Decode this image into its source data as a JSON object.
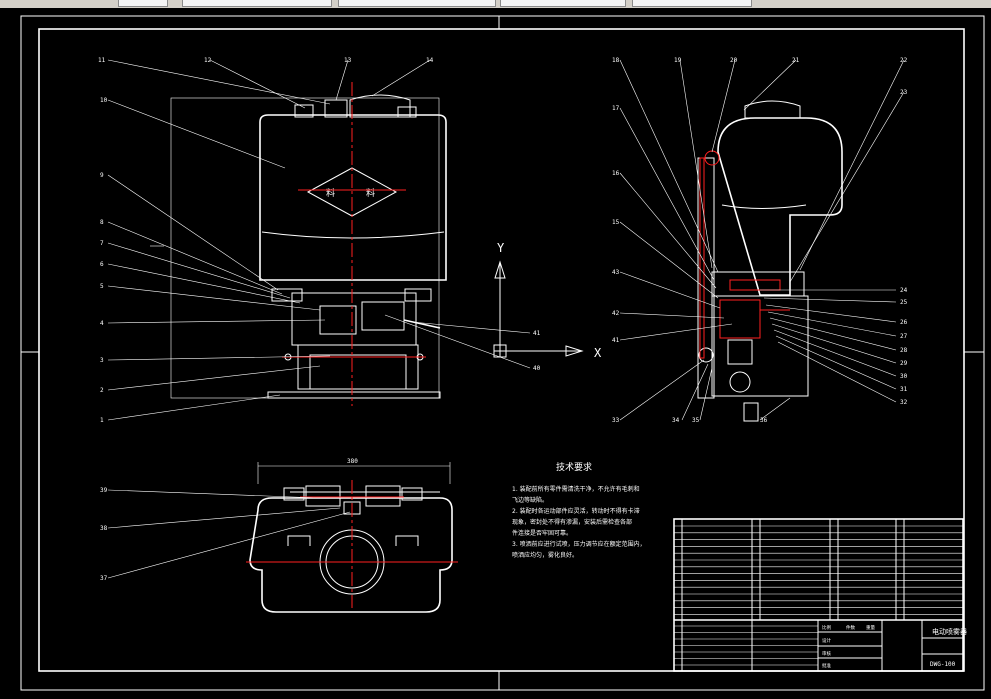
{
  "window": {
    "toolbar_color": "#d4d0c8"
  },
  "colors": {
    "background": "#000000",
    "line": "#ffffff",
    "centerline": "#ff2020"
  },
  "front_view": {
    "callouts": [
      "11",
      "12",
      "13",
      "14",
      "10",
      "9",
      "8",
      "7",
      "6",
      "5",
      "4",
      "3",
      "2",
      "1",
      "41",
      "40"
    ],
    "tank_mark": "料"
  },
  "side_view": {
    "callouts": [
      "18",
      "19",
      "20",
      "21",
      "22",
      "23",
      "17",
      "16",
      "15",
      "24",
      "25",
      "26",
      "27",
      "28",
      "29",
      "30",
      "31",
      "32",
      "33",
      "34",
      "35",
      "36",
      "43",
      "42",
      "41"
    ]
  },
  "top_view": {
    "callouts": [
      "39",
      "38",
      "37"
    ],
    "dimension": "380"
  },
  "axes": {
    "y_label": "Y",
    "x_label": "X"
  },
  "technical_notes": {
    "title": "技术要求",
    "lines": [
      "1. 装配前所有零件需清洗干净，不允许有毛刺和",
      "   飞边等缺陷。",
      "2. 装配时各运动部件应灵活，转动时不得有卡滞",
      "   现象，密封处不得有渗漏，安装后需检查各部",
      "   件连接是否牢固可靠。",
      "3. 喷洒前应进行试喷，压力调节应在额定范围内，",
      "   喷洒应均匀，雾化良好。"
    ]
  },
  "title_block": {
    "name": "电动喷雾器",
    "drawing_no": "DWG-100",
    "labels": [
      "比例",
      "件数",
      "重量",
      "设计",
      "审核",
      "批准"
    ]
  }
}
